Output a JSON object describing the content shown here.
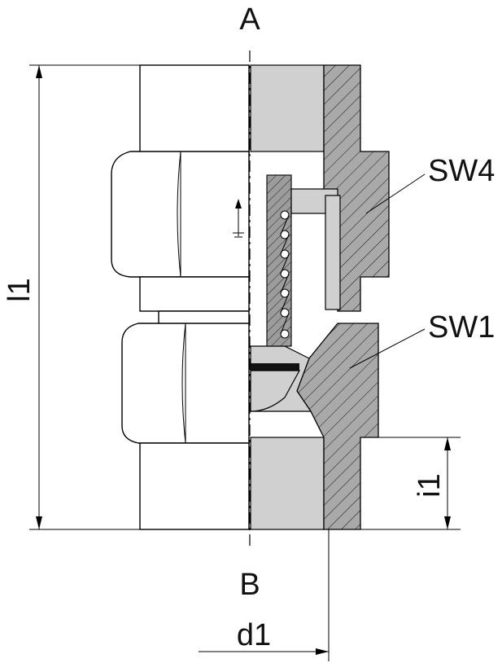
{
  "labels": {
    "top": "A",
    "bottom": "B",
    "overall_length": "l1",
    "thread_length": "i1",
    "diameter": "d1",
    "wrench_upper": "SW4",
    "wrench_lower": "SW1"
  },
  "colors": {
    "section_fill": "#d0d0d0",
    "section_dark": "#a9a9a9",
    "seal": "#111111"
  }
}
